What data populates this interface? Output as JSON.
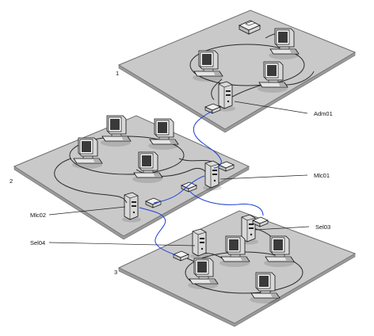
{
  "diagram": {
    "colors": {
      "platform": "#c9c9c9",
      "platform_edge": "#6e6e6e",
      "cable": "#2a2a2a",
      "link": "#1f3fd6",
      "label_line": "#222222"
    },
    "floors": [
      {
        "id": "floor-1",
        "number": "1"
      },
      {
        "id": "floor-2",
        "number": "2"
      },
      {
        "id": "floor-3",
        "number": "3"
      }
    ],
    "servers": [
      {
        "id": "adm01",
        "label": "Adm01"
      },
      {
        "id": "mlc01",
        "label": "Mlc01"
      },
      {
        "id": "mlc02",
        "label": "Mlc02"
      },
      {
        "id": "sel03",
        "label": "Sel03"
      },
      {
        "id": "sel04",
        "label": "Sel04"
      }
    ]
  }
}
